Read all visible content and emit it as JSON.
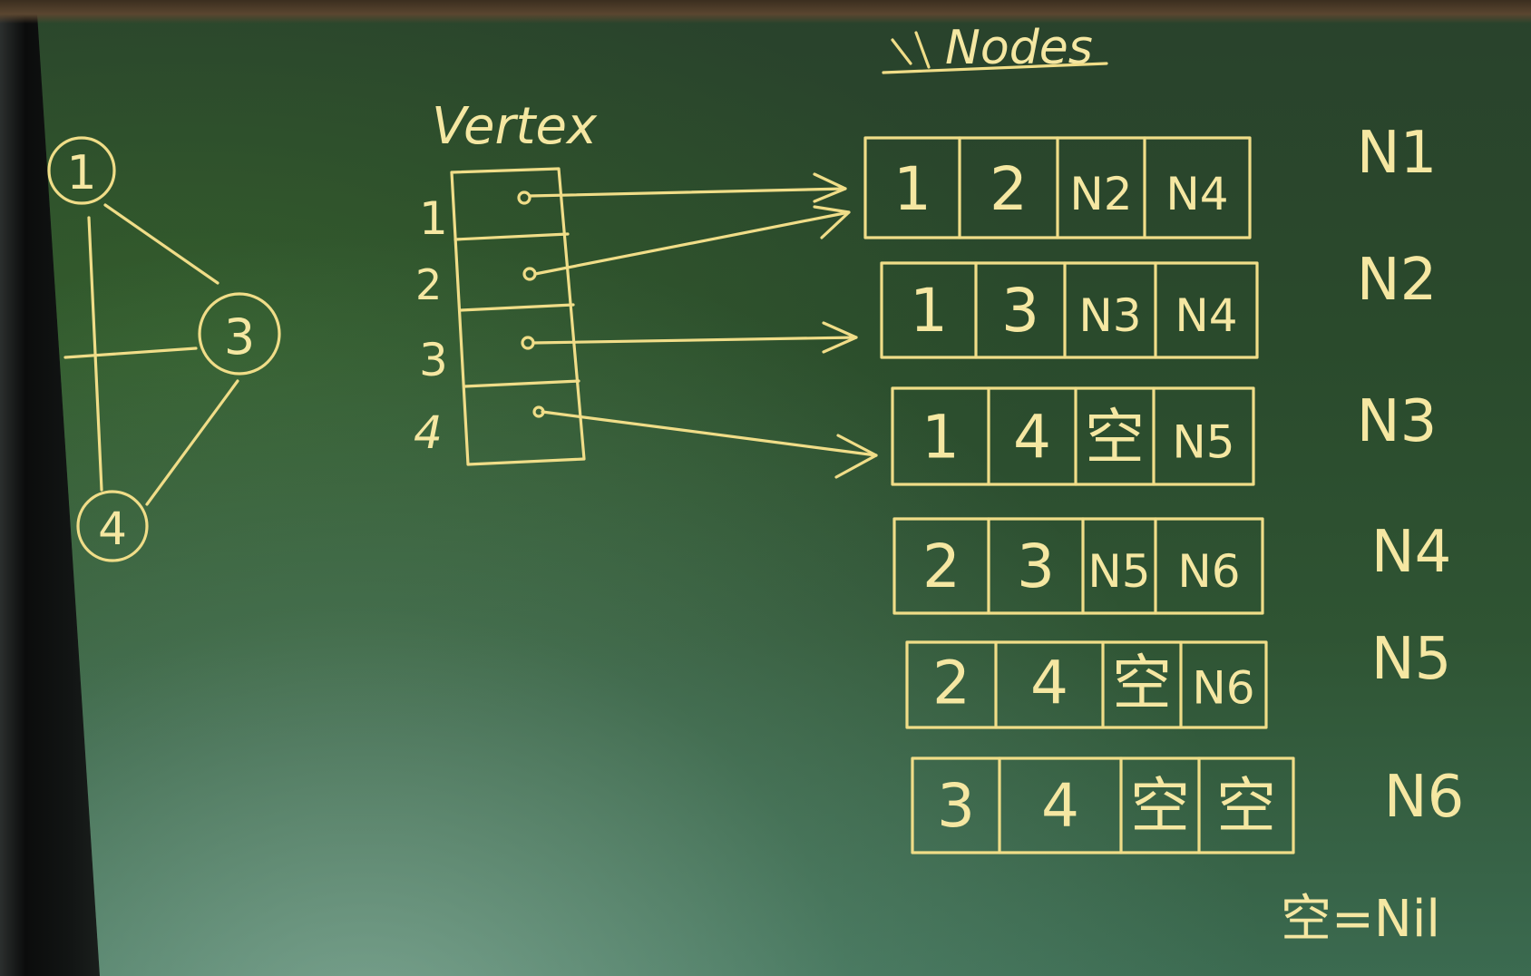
{
  "graph": {
    "vertices": [
      {
        "label": "1"
      },
      {
        "label": "3"
      },
      {
        "label": "4"
      }
    ]
  },
  "vertex_array": {
    "title": "Vertex",
    "indices": [
      "1",
      "2",
      "3",
      "4"
    ]
  },
  "nodes": {
    "title": "Nodes",
    "rows": [
      {
        "name": "N1",
        "cells": [
          "1",
          "2",
          "N2",
          "N4"
        ]
      },
      {
        "name": "N2",
        "cells": [
          "1",
          "3",
          "N3",
          "N4"
        ]
      },
      {
        "name": "N3",
        "cells": [
          "1",
          "4",
          "空",
          "N5"
        ]
      },
      {
        "name": "N4",
        "cells": [
          "2",
          "3",
          "N5",
          "N6"
        ]
      },
      {
        "name": "N5",
        "cells": [
          "2",
          "4",
          "空",
          "N6"
        ]
      },
      {
        "name": "N6",
        "cells": [
          "3",
          "4",
          "空",
          "空"
        ]
      }
    ]
  },
  "note": "空=Nil",
  "colors": {
    "chalk": "#f0dd88",
    "board": "#2c4c2e"
  }
}
